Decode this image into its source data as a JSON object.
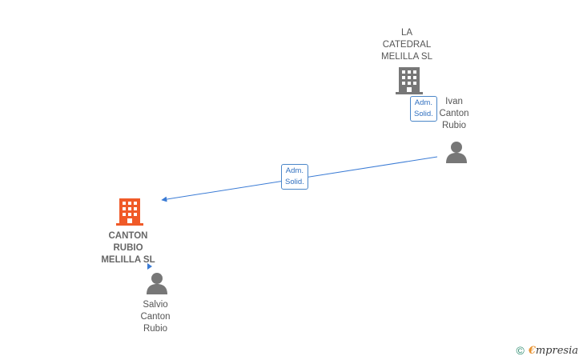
{
  "nodes": {
    "company_main": {
      "label": "CANTON\nRUBIO\nMELILLA  SL",
      "color": "#f05a28"
    },
    "company_catedral": {
      "label": "LA\nCATEDRAL\nMELILLA  SL",
      "color": "#777777"
    },
    "person_ivan": {
      "label": "Ivan\nCanton\nRubio",
      "color": "#777777"
    },
    "person_salvio": {
      "label": "Salvio\nCanton\nRubio",
      "color": "#777777"
    }
  },
  "edges": {
    "ivan_to_main": {
      "label": "Adm.\nSolid."
    },
    "ivan_to_catedral": {
      "label": "Adm.\nSolid."
    }
  },
  "colors": {
    "edge": "#3a7bd5"
  },
  "footer": {
    "copyright": "©",
    "brand_first": "€",
    "brand_rest": "mpresia"
  }
}
